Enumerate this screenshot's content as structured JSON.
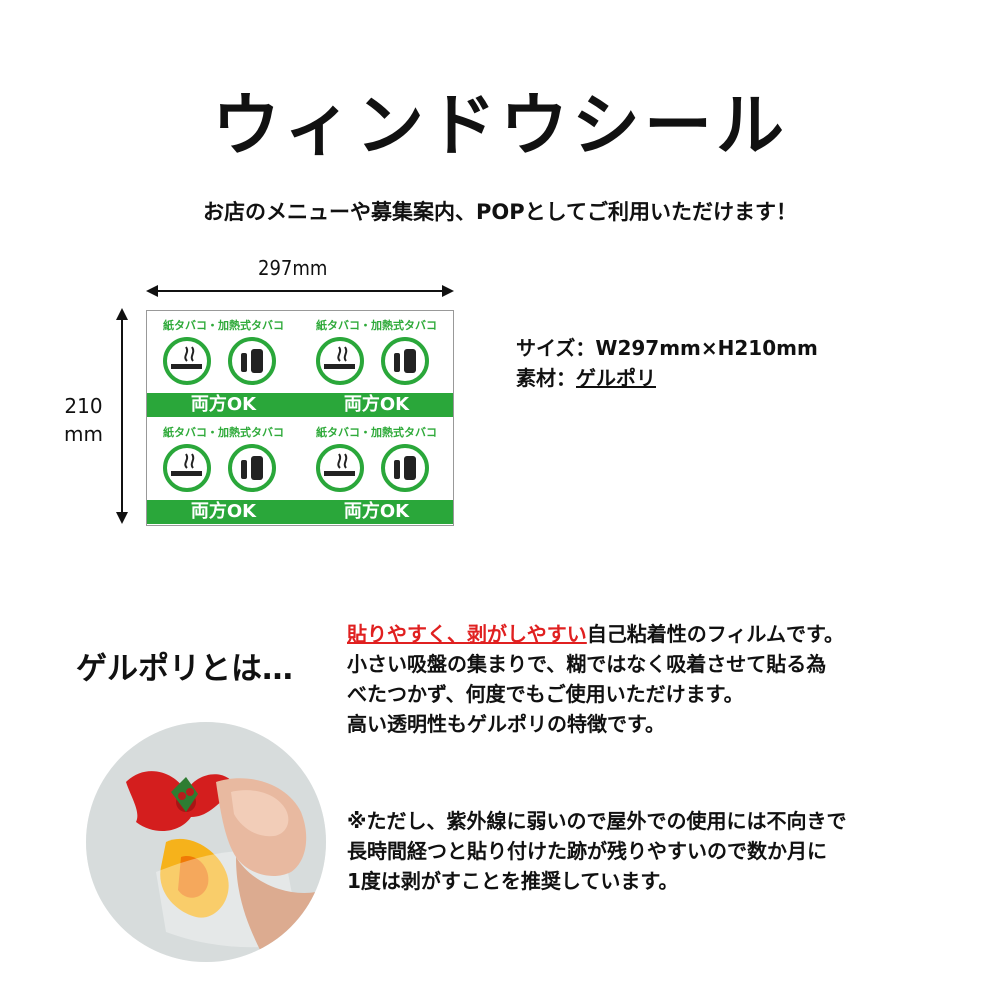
{
  "title": "ウィンドウシール",
  "subtitle": "お店のメニューや募集案内、POPとしてご利用いただけます！",
  "dimensions": {
    "width": "297mm",
    "height_line1": "210",
    "height_line2": "mm"
  },
  "sticker": {
    "header": "紙タバコ・加熱式タバコ",
    "footer": "両方OK"
  },
  "spec": {
    "size_label": "サイズ：",
    "size_value": "W297mm×H210mm",
    "material_label": "素材：",
    "material_value": "ゲルポリ"
  },
  "about_heading": "ゲルポリとは…",
  "description": {
    "highlight": "貼りやすく、剥がしやすい",
    "line1_rest": "自己粘着性のフィルムです。",
    "line2": "小さい吸盤の集まりで、糊ではなく吸着させて貼る為",
    "line3": "べたつかず、何度でもご使用いただけます。",
    "line4": "高い透明性もゲルポリの特徴です。"
  },
  "note": {
    "line1": "※ただし、紫外線に弱いので屋外での使用には不向きで",
    "line2": "長時間経つと貼り付けた跡が残りやすいので数か月に",
    "line3": "1度は剥がすことを推奨しています。"
  },
  "colors": {
    "green": "#2aa73a",
    "highlight_red": "#e02020"
  },
  "icons": [
    "cigarette-icon",
    "heated-tobacco-icon"
  ]
}
